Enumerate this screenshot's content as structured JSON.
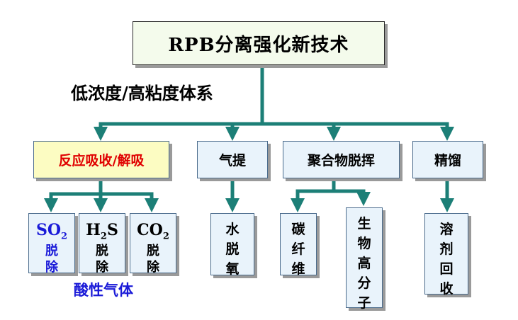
{
  "root": {
    "label": "RPB分离强化新技术"
  },
  "branch_label": "低浓度/高粘度体系",
  "categories": [
    {
      "key": "absorb",
      "label": "反应吸收/解吸"
    },
    {
      "key": "strip",
      "label": "气提"
    },
    {
      "key": "devol",
      "label": "聚合物脱挥"
    },
    {
      "key": "distill",
      "label": "精馏"
    }
  ],
  "leaves": {
    "so2": {
      "base": "SO",
      "sub": "2",
      "rest": "",
      "line2": "脱",
      "line3": "除"
    },
    "h2s": {
      "base": "H",
      "sub": "2",
      "rest": "S",
      "line2": "脱",
      "line3": "除"
    },
    "co2": {
      "base": "CO",
      "sub": "2",
      "rest": "",
      "line2": "脱",
      "line3": "除"
    },
    "water": [
      "水",
      "脱",
      "氧"
    ],
    "carbon": [
      "碳",
      "纤",
      "维"
    ],
    "bio": [
      "生",
      "物",
      "高",
      "分",
      "子"
    ],
    "solvent": [
      "溶",
      "剂",
      "回",
      "收"
    ]
  },
  "group_label": "酸性气体",
  "colors": {
    "connector": "#1c7f77",
    "accent_red": "#e00000",
    "accent_blue": "#1a1ad8",
    "root_fill": "#f4fbec",
    "yellow_fill": "#fcfcc2",
    "blue_fill": "#e9f3fb"
  }
}
